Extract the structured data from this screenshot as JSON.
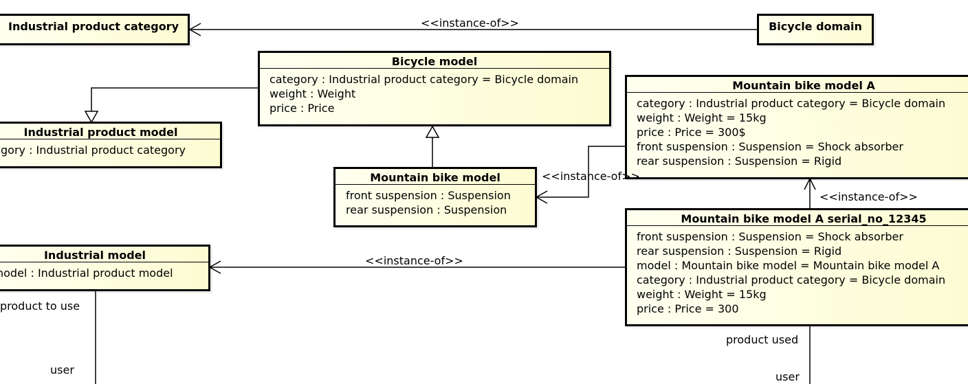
{
  "classes": {
    "industrial_product_category": {
      "name": "Industrial product category"
    },
    "bicycle_domain": {
      "name": "Bicycle domain"
    },
    "bicycle_model": {
      "name": "Bicycle model",
      "attrs": [
        "category : Industrial product category = Bicycle domain",
        "weight : Weight",
        "price : Price"
      ]
    },
    "industrial_product_model": {
      "name": "Industrial product model",
      "attrs": [
        "gory : Industrial product category"
      ]
    },
    "mountain_bike_model": {
      "name": "Mountain bike model",
      "attrs": [
        "front suspension : Suspension",
        "rear suspension : Suspension"
      ]
    },
    "mountain_bike_model_a": {
      "name": "Mountain bike model A",
      "attrs": [
        "category : Industrial product category = Bicycle domain",
        "weight : Weight = 15kg",
        "price : Price = 300$",
        "front suspension : Suspension = Shock absorber",
        "rear suspension : Suspension = Rigid"
      ]
    },
    "industrial_model": {
      "name": "Industrial model",
      "attrs": [
        "nodel : Industrial product model"
      ]
    },
    "mountain_bike_model_a_serial": {
      "name": "Mountain bike model A serial_no_12345",
      "attrs": [
        "front suspension : Suspension = Shock absorber",
        "rear suspension : Suspension = Rigid",
        "model : Mountain bike model = Mountain bike model A",
        "category : Industrial product category = Bicycle domain",
        "weight : Weight = 15kg",
        "price : Price = 300"
      ]
    }
  },
  "labels": {
    "instance_of": "<<instance-of>>",
    "product_to_use": "product to use",
    "user": "user",
    "product_used": "product used"
  }
}
